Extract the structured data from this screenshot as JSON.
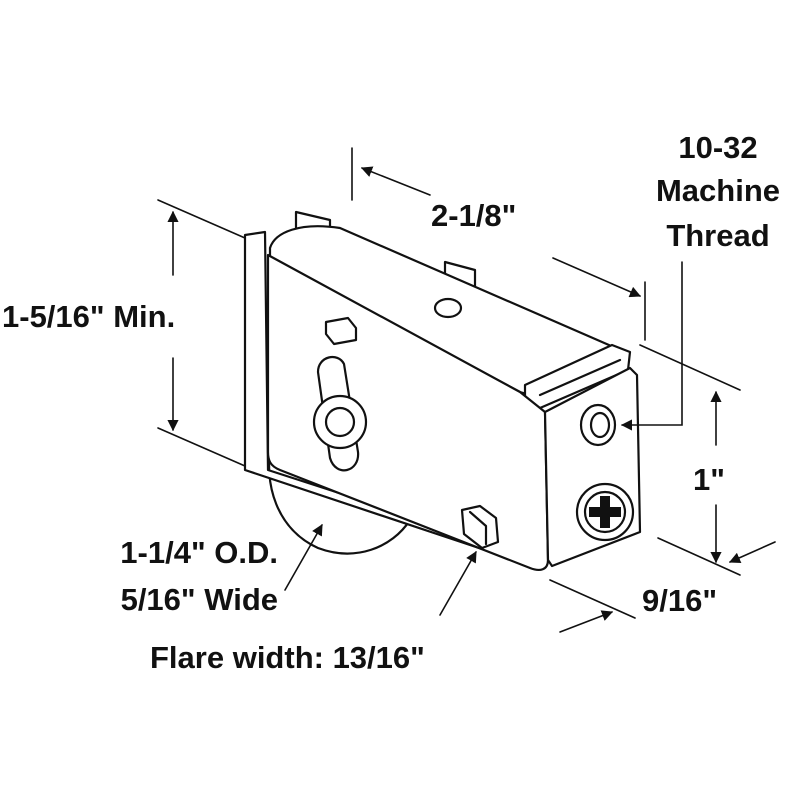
{
  "labels": {
    "thread_spec": [
      "10-32",
      "Machine",
      "Thread"
    ],
    "length": "2-1/8\"",
    "height": "1-5/16\" Min.",
    "bolt_spacing": "1\"",
    "width": "9/16\"",
    "wheel": [
      "1-1/4\" O.D.",
      "5/16\" Wide"
    ],
    "flare": "Flare width: 13/16\""
  }
}
